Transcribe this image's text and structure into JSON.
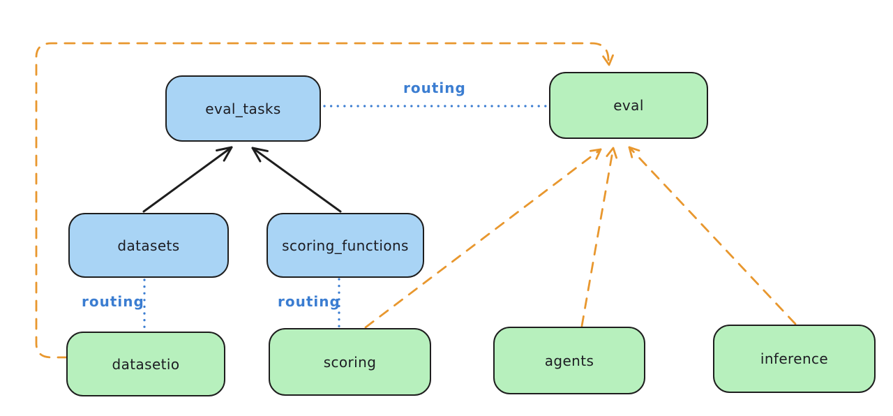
{
  "colors": {
    "background": "#ffffff",
    "blue_node_fill": "#a9d4f5",
    "green_node_fill": "#b7f0bd",
    "node_border": "#1e1e1e",
    "orange_dashed": "#e8972e",
    "blue_dotted": "#3b7dd1",
    "black_arrow": "#1e1e1e"
  },
  "nodes": {
    "eval_tasks": {
      "label": "eval_tasks",
      "fill": "blue"
    },
    "eval": {
      "label": "eval",
      "fill": "green"
    },
    "datasets": {
      "label": "datasets",
      "fill": "blue"
    },
    "scoring_functions": {
      "label": "scoring_functions",
      "fill": "blue"
    },
    "datasetio": {
      "label": "datasetio",
      "fill": "green"
    },
    "scoring": {
      "label": "scoring",
      "fill": "green"
    },
    "agents": {
      "label": "agents",
      "fill": "green"
    },
    "inference": {
      "label": "inference",
      "fill": "green"
    }
  },
  "edge_labels": {
    "routing_top": "routing",
    "routing_datasets": "routing",
    "routing_scoring": "routing"
  },
  "edges": [
    {
      "from": "datasets",
      "to": "eval_tasks",
      "style": "solid-black-arrow"
    },
    {
      "from": "scoring_functions",
      "to": "eval_tasks",
      "style": "solid-black-arrow"
    },
    {
      "from": "eval_tasks",
      "to": "eval",
      "style": "dotted-blue",
      "label": "routing"
    },
    {
      "from": "datasets",
      "to": "datasetio",
      "style": "dotted-blue",
      "label": "routing"
    },
    {
      "from": "scoring_functions",
      "to": "scoring",
      "style": "dotted-blue",
      "label": "routing"
    },
    {
      "from": "datasetio",
      "to": "eval",
      "style": "dashed-orange-arrow"
    },
    {
      "from": "scoring",
      "to": "eval",
      "style": "dashed-orange-arrow"
    },
    {
      "from": "agents",
      "to": "eval",
      "style": "dashed-orange-arrow"
    },
    {
      "from": "inference",
      "to": "eval",
      "style": "dashed-orange-arrow"
    }
  ]
}
